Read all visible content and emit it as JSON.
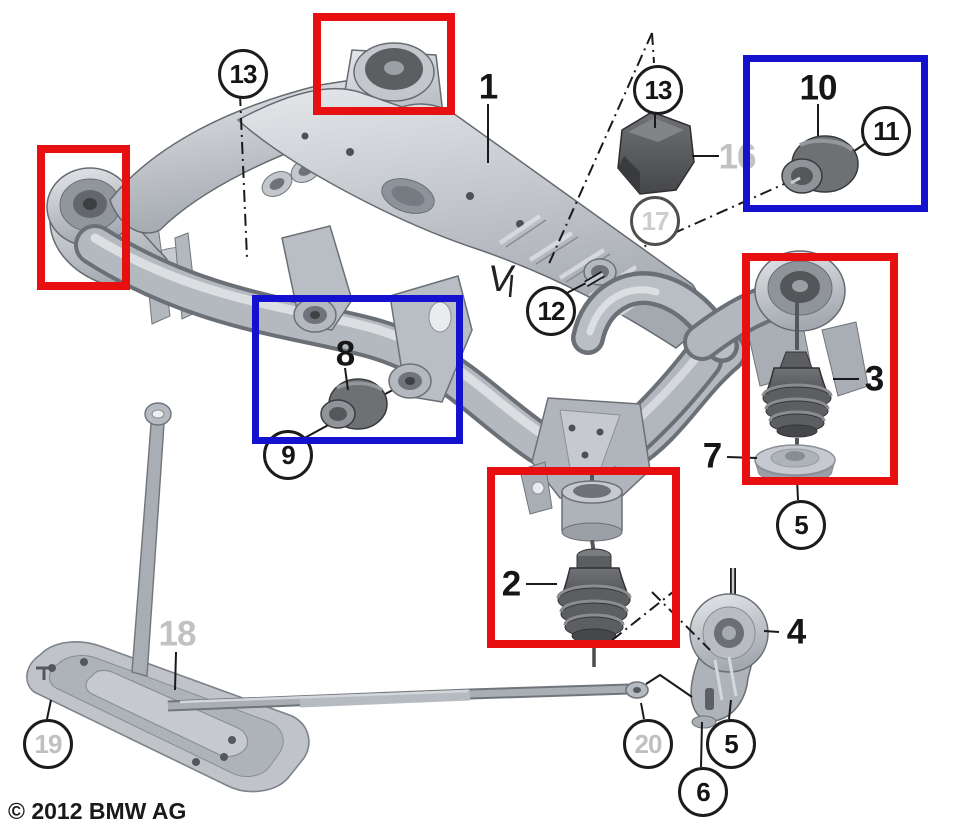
{
  "page": {
    "copyright": "© 2012 BMW AG"
  },
  "marks": {
    "view_arrow": "V"
  },
  "colors": {
    "highlight_red": "#e70f0f",
    "highlight_blue": "#1512cf",
    "metal_gray": "#b4b9bf",
    "rubber_dark": "#5c5e61",
    "label_black": "#161616",
    "label_gray": "#c2c2c2"
  },
  "highlights": {
    "red_box_count": 4,
    "blue_box_count": 2
  },
  "callouts": [
    {
      "id": "13-top-left",
      "label": "13",
      "shape": "circle",
      "tone": "black"
    },
    {
      "id": "1",
      "label": "1",
      "shape": "plain",
      "tone": "black"
    },
    {
      "id": "13-upper-right",
      "label": "13",
      "shape": "circle",
      "tone": "black"
    },
    {
      "id": "10",
      "label": "10",
      "shape": "plain",
      "tone": "black"
    },
    {
      "id": "11",
      "label": "11",
      "shape": "circle",
      "tone": "black"
    },
    {
      "id": "16",
      "label": "16",
      "shape": "plain",
      "tone": "gray"
    },
    {
      "id": "17",
      "label": "17",
      "shape": "circle",
      "tone": "gray"
    },
    {
      "id": "12",
      "label": "12",
      "shape": "circle",
      "tone": "black"
    },
    {
      "id": "8",
      "label": "8",
      "shape": "plain",
      "tone": "black"
    },
    {
      "id": "3",
      "label": "3",
      "shape": "plain",
      "tone": "black"
    },
    {
      "id": "9",
      "label": "9",
      "shape": "circle",
      "tone": "black"
    },
    {
      "id": "7",
      "label": "7",
      "shape": "plain",
      "tone": "black"
    },
    {
      "id": "5-upper",
      "label": "5",
      "shape": "circle",
      "tone": "black"
    },
    {
      "id": "2",
      "label": "2",
      "shape": "plain",
      "tone": "black"
    },
    {
      "id": "18",
      "label": "18",
      "shape": "plain",
      "tone": "gray"
    },
    {
      "id": "4",
      "label": "4",
      "shape": "plain",
      "tone": "black"
    },
    {
      "id": "19",
      "label": "19",
      "shape": "circle",
      "tone": "gray"
    },
    {
      "id": "20",
      "label": "20",
      "shape": "circle",
      "tone": "gray"
    },
    {
      "id": "5-lower",
      "label": "5",
      "shape": "circle",
      "tone": "black"
    },
    {
      "id": "6",
      "label": "6",
      "shape": "circle",
      "tone": "black"
    }
  ]
}
